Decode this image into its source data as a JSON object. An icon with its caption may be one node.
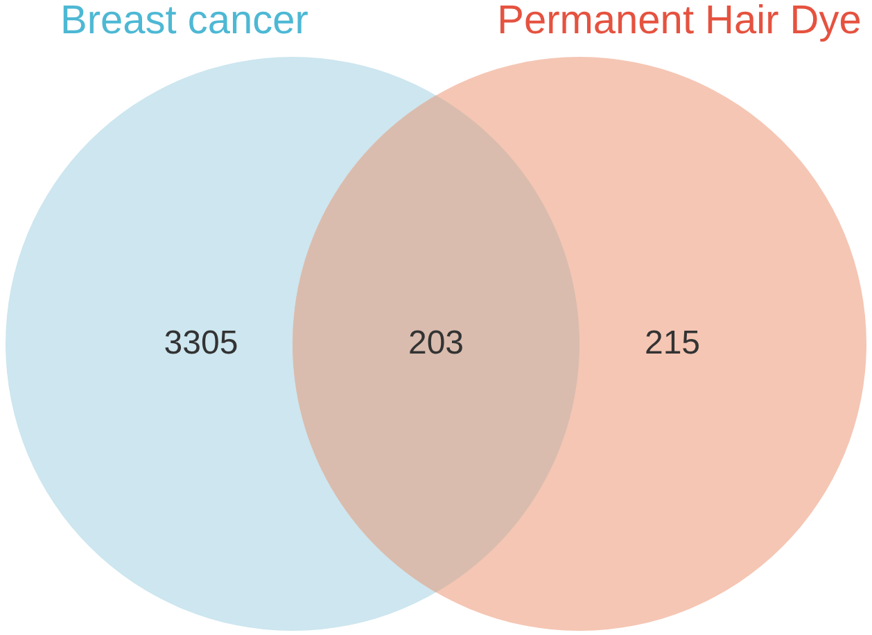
{
  "diagram": {
    "nodes": [
      {
        "text": [
          "Breast cancer",
          "3305"
        ]
      },
      {
        "text": [
          "Permanent Hair Dye",
          "215"
        ]
      }
    ],
    "labels": [
      "203"
    ]
  }
}
